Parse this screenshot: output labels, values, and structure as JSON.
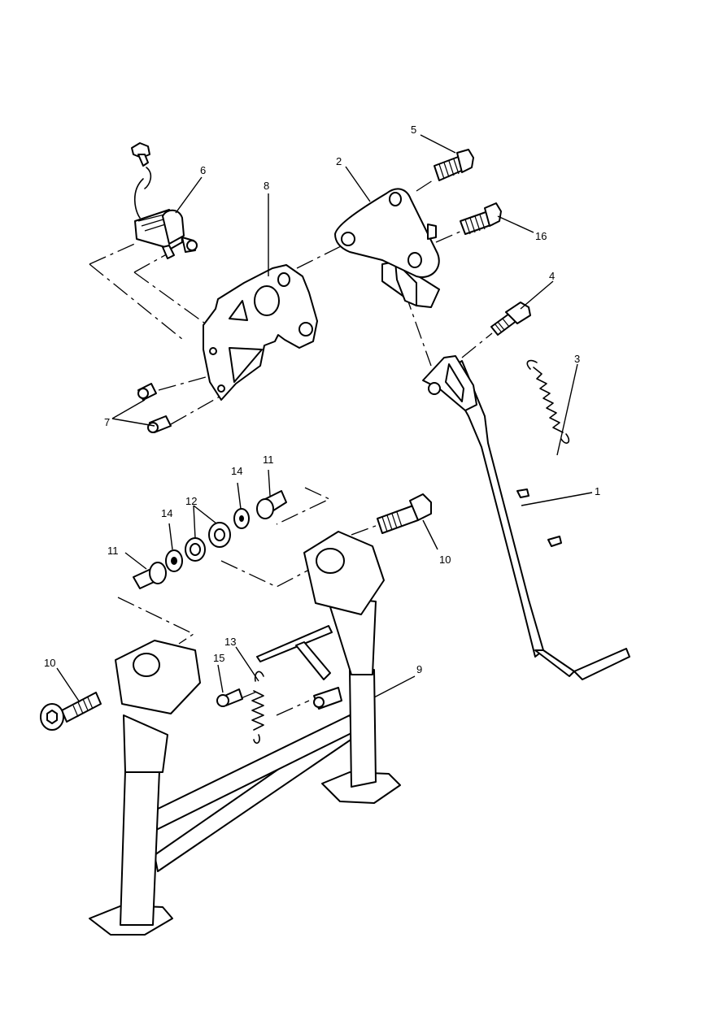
{
  "callouts": [
    "1",
    "2",
    "3",
    "4",
    "5",
    "6",
    "7",
    "8",
    "9",
    "10",
    "10",
    "11",
    "11",
    "12",
    "13",
    "14",
    "14",
    "15",
    "16"
  ]
}
